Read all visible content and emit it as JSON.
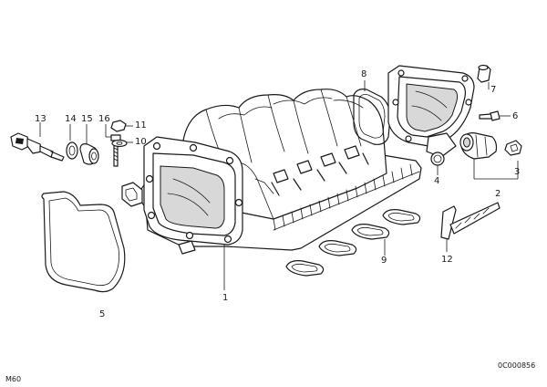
{
  "callouts": {
    "c1": "1",
    "c2": "2",
    "c3": "3",
    "c4": "4",
    "c5": "5",
    "c6": "6",
    "c7": "7",
    "c8": "8",
    "c9": "9",
    "c10": "10",
    "c11": "11",
    "c12": "12",
    "c13": "13",
    "c14": "14",
    "c15": "15",
    "c16": "16"
  },
  "footer": {
    "left_code": "M60",
    "right_code": "0C000856"
  }
}
